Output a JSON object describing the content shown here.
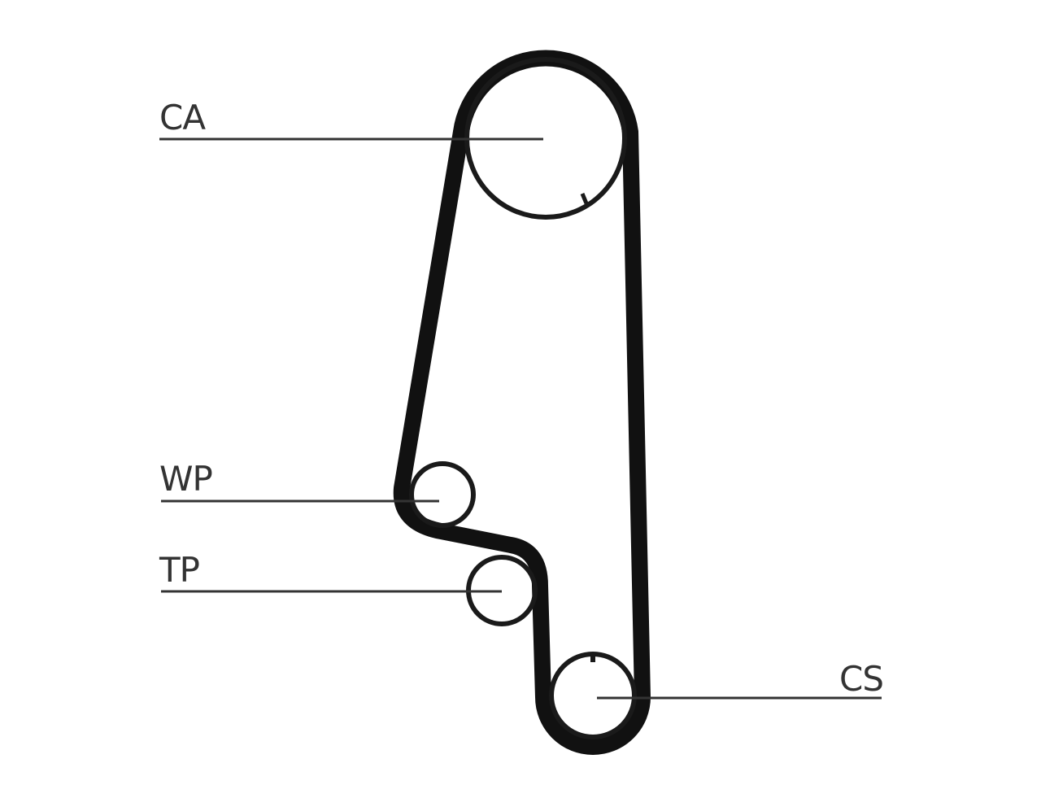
{
  "diagram": {
    "labels": {
      "ca": "CA",
      "wp": "WP",
      "tp": "TP",
      "cs": "CS"
    },
    "colors": {
      "belt": "#111111",
      "pulley": "#1a1a1a",
      "leader": "#333333",
      "text": "#333333"
    }
  }
}
